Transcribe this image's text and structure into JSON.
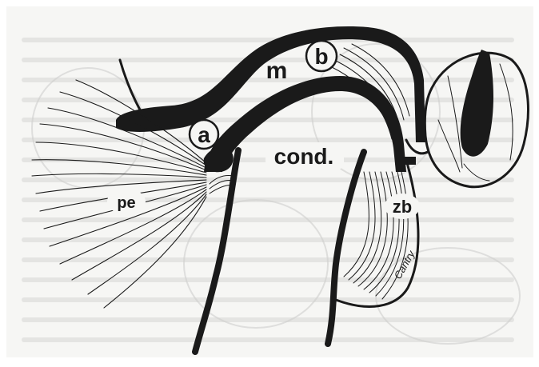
{
  "labels": {
    "m": "m",
    "b": "b",
    "a": "a",
    "cond": "cond.",
    "pe": "pe",
    "zb": "zb",
    "signature": "Cantry"
  },
  "colors": {
    "ink": "#1a1a1a",
    "paper": "#f6f6f4",
    "bleed": "#c9c9c7",
    "border": "#ffffff"
  }
}
